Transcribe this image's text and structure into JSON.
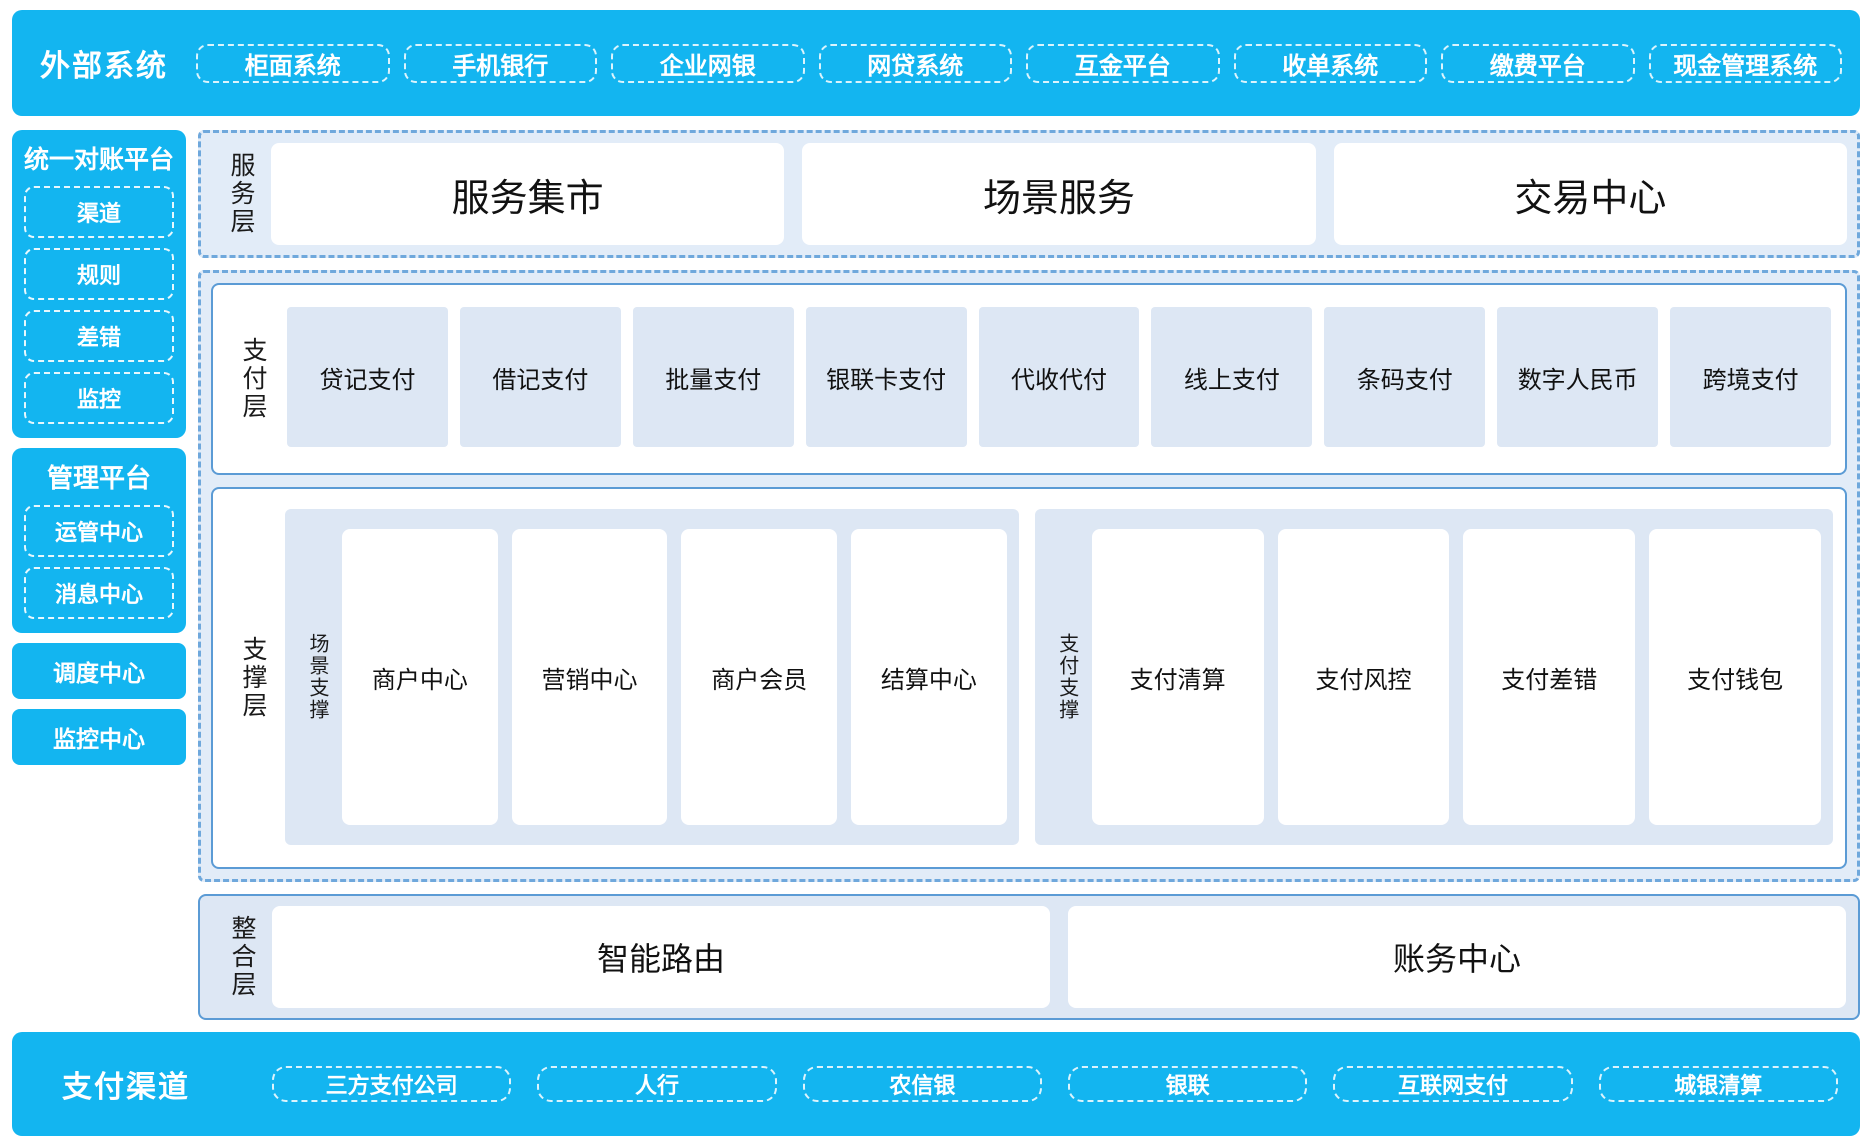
{
  "external_systems": {
    "title": "外部系统",
    "items": [
      "柜面系统",
      "手机银行",
      "企业网银",
      "网贷系统",
      "互金平台",
      "收单系统",
      "缴费平台",
      "现金管理系统"
    ]
  },
  "left_rail": {
    "reconcile_platform": {
      "title": "统一对账平台",
      "items": [
        "渠道",
        "规则",
        "差错",
        "监控"
      ]
    },
    "management_platform": {
      "title": "管理平台",
      "items": [
        "运管中心",
        "消息中心"
      ]
    },
    "standalone": [
      "调度中心",
      "监控中心"
    ]
  },
  "service_layer": {
    "label": "服务层",
    "items": [
      "服务集市",
      "场景服务",
      "交易中心"
    ]
  },
  "payment_layer": {
    "label": "支付层",
    "items": [
      "贷记支付",
      "借记支付",
      "批量支付",
      "银联卡支付",
      "代收代付",
      "线上支付",
      "条码支付",
      "数字人民币",
      "跨境支付"
    ]
  },
  "support_layer": {
    "label": "支撑层",
    "groups": [
      {
        "label": "场景支撑",
        "items": [
          "商户中心",
          "营销中心",
          "商户会员",
          "结算中心"
        ]
      },
      {
        "label": "支付支撑",
        "items": [
          "支付清算",
          "支付风控",
          "支付差错",
          "支付钱包"
        ]
      }
    ]
  },
  "integration_layer": {
    "label": "整合层",
    "items": [
      "智能路由",
      "账务中心"
    ]
  },
  "payment_channels": {
    "title": "支付渠道",
    "items": [
      "三方支付公司",
      "人行",
      "农信银",
      "银联",
      "互联网支付",
      "城银清算"
    ]
  },
  "colors": {
    "brand_cyan": "#13b5f0",
    "panel_blue": "#dde7f4",
    "border_blue": "#5b9bd5",
    "dash_blue": "#6fa8dc"
  }
}
